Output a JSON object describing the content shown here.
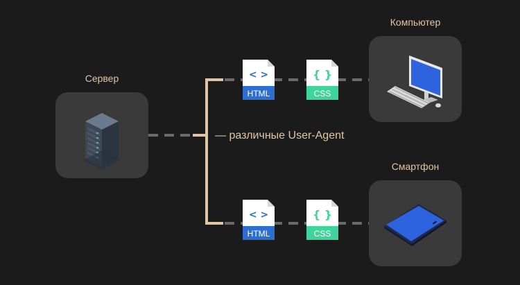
{
  "nodes": {
    "server": {
      "label": "Сервер"
    },
    "computer": {
      "label": "Компьютер"
    },
    "smartphone": {
      "label": "Смартфон"
    }
  },
  "files": {
    "html": {
      "label": "HTML",
      "glyph": "< >"
    },
    "css": {
      "label": "CSS",
      "glyph": "{ }"
    }
  },
  "connector": {
    "label": "— различные User-Agent"
  },
  "colors": {
    "background": "#1b1b1b",
    "tile": "#3a3a3a",
    "accent_line": "#e0c6a6",
    "dash": "#6a6a6a",
    "html_blue": "#2c6fd0",
    "css_green": "#3fd49b",
    "screen_blue": "#2e63e0"
  }
}
